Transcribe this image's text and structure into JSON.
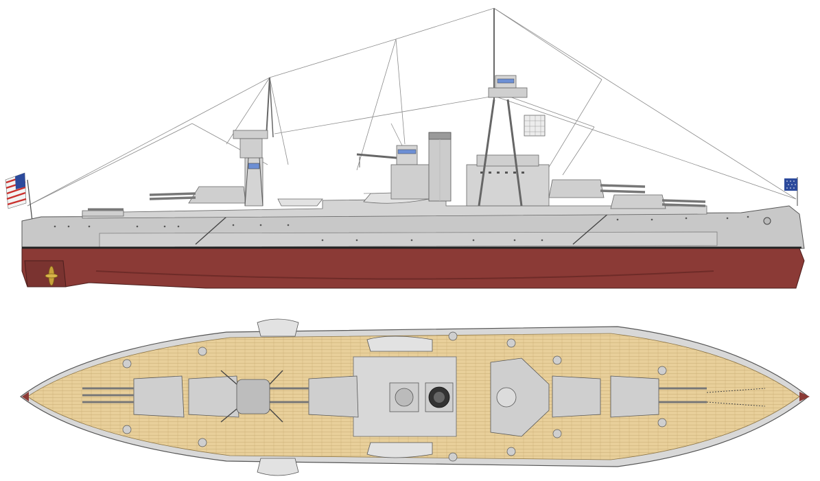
{
  "drawing": {
    "subject": "battleship",
    "views": [
      "side-profile",
      "top-plan"
    ]
  },
  "colors": {
    "background": "#ffffff",
    "hull_gray": "#c8c8c8",
    "hull_gray_light": "#dadada",
    "superstructure_gray": "#d4d4d4",
    "hull_red": "#8b3a36",
    "hull_red_dark": "#6e2b28",
    "waterline": "#222222",
    "deck_wood": "#e8cf9a",
    "deck_wood_line": "#c9ad74",
    "rigging": "#8a8a8a",
    "outline": "#555555",
    "window_blue": "#6d8fd4",
    "flag_red": "#c9302c",
    "flag_blue": "#2c4a9c",
    "propeller_gold": "#c8a23a"
  },
  "icons": {
    "stern_flag": "us-flag-icon",
    "jack_flag": "us-jack-flag-icon",
    "propeller": "propeller-icon"
  },
  "side_view": {
    "turrets": 5,
    "masts": [
      "foremast",
      "mainmast",
      "tripod-mast"
    ],
    "funnels": 1
  },
  "top_view": {
    "turrets": 5,
    "boats": 4
  }
}
